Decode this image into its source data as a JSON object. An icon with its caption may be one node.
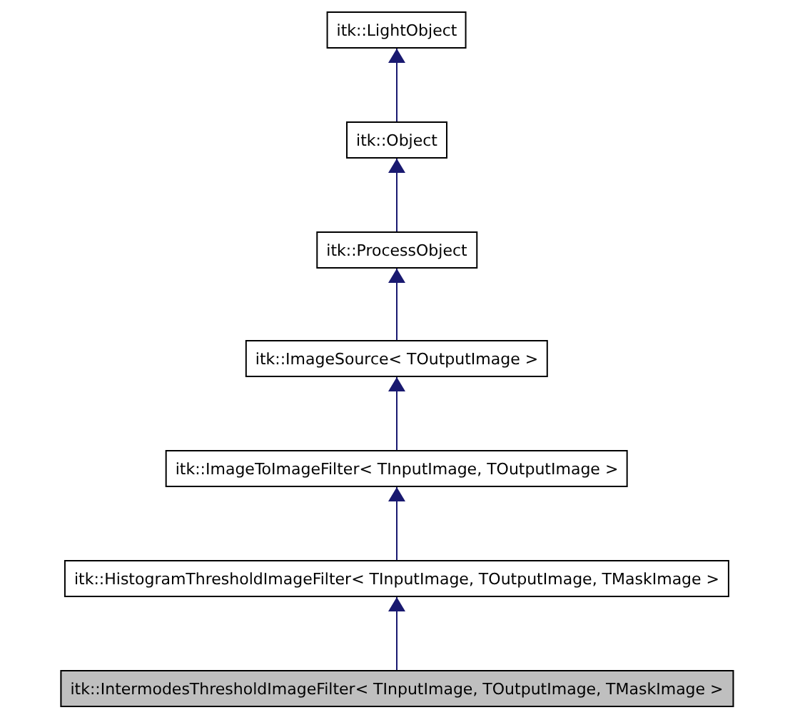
{
  "diagram": {
    "nodes": [
      {
        "text": [
          "itk::LightObject"
        ]
      },
      {
        "text": [
          "itk::Object"
        ]
      },
      {
        "text": [
          "itk::ProcessObject"
        ]
      },
      {
        "text": [
          "itk::ImageSource< TOutputImage >"
        ]
      },
      {
        "text": [
          "itk::ImageToImageFilter< TInputImage, TOutputImage >"
        ]
      },
      {
        "text": [
          "itk::HistogramThresholdImageFilter< TInputImage, TOutputImage, TMaskImage >"
        ]
      },
      {
        "text": [
          "itk::IntermodesThresholdImageFilter< TInputImage, TOutputImage, TMaskImage >"
        ]
      }
    ],
    "edges": [
      {
        "from": 1,
        "to": 0,
        "arrow": "to"
      },
      {
        "from": 2,
        "to": 1,
        "arrow": "to"
      },
      {
        "from": 3,
        "to": 2,
        "arrow": "to"
      },
      {
        "from": 4,
        "to": 3,
        "arrow": "to"
      },
      {
        "from": 5,
        "to": 4,
        "arrow": "to"
      },
      {
        "from": 6,
        "to": 5,
        "arrow": "to"
      }
    ]
  }
}
